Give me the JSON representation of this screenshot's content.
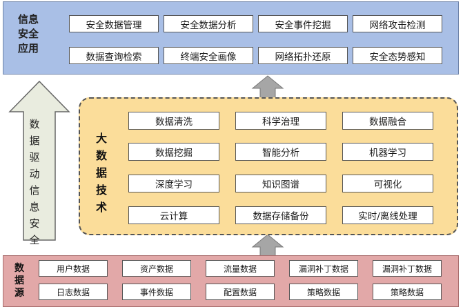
{
  "info_app": {
    "title": "信息\n安全\n应用",
    "items": [
      "安全数据管理",
      "安全数据分析",
      "安全事件挖掘",
      "网络攻击检测",
      "数据查询检索",
      "终端安全画像",
      "网络拓扑还原",
      "安全态势感知"
    ]
  },
  "side_arrow": {
    "label": "数\n据\n驱\n动\n信\n息\n安\n全"
  },
  "big_data": {
    "title": "大\n数\n据\n技\n术",
    "items": [
      "数据清洗",
      "科学治理",
      "数据融合",
      "数据挖掘",
      "智能分析",
      "机器学习",
      "深度学习",
      "知识图谱",
      "可视化",
      "云计算",
      "数据存储备份",
      "实时/离线处理"
    ]
  },
  "data_source": {
    "title": "数\n据\n源",
    "items": [
      "用户数据",
      "资产数据",
      "流量数据",
      "漏洞补丁数据",
      "漏洞补丁数据",
      "日志数据",
      "事件数据",
      "配置数据",
      "策略数据",
      "策略数据"
    ]
  },
  "colors": {
    "top_panel": "#a9bfe6",
    "mid_panel": "#fbdd9a",
    "bottom_panel": "#e2a8a8",
    "arrow_fill": "#e9ecdf",
    "up_arrow_fill": "#a6a6a6"
  }
}
